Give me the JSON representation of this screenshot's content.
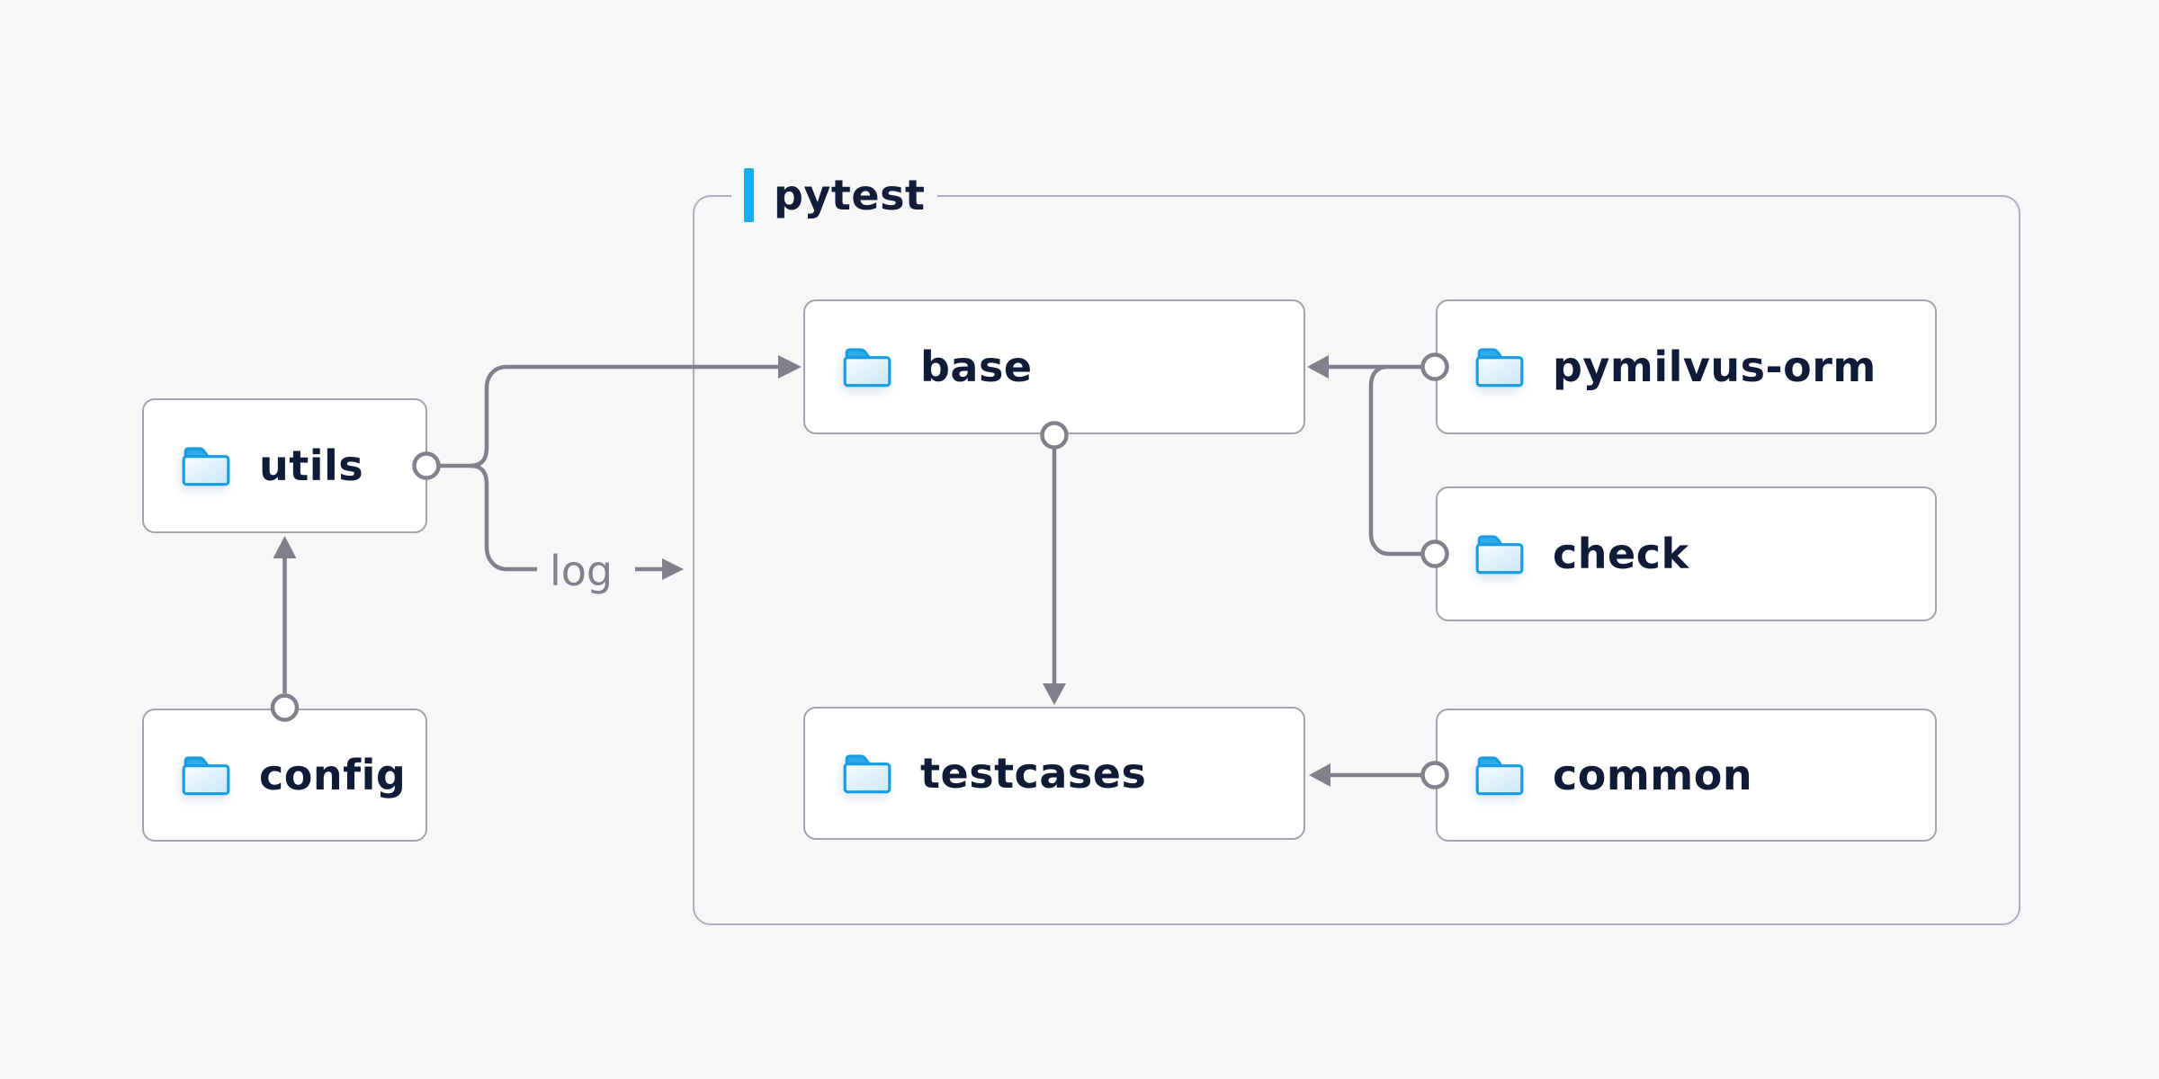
{
  "diagram": {
    "group": {
      "label": "pytest"
    },
    "log_label": "log",
    "nodes": {
      "utils": {
        "label": "utils"
      },
      "config": {
        "label": "config"
      },
      "base": {
        "label": "base"
      },
      "pymilvus_orm": {
        "label": "pymilvus-orm"
      },
      "check": {
        "label": "check"
      },
      "testcases": {
        "label": "testcases"
      },
      "common": {
        "label": "common"
      }
    },
    "edges": [
      {
        "from": "utils",
        "to": "base"
      },
      {
        "from": "utils",
        "to": "log-output",
        "label": "log"
      },
      {
        "from": "config",
        "to": "utils"
      },
      {
        "from": "pymilvus-orm",
        "to": "base"
      },
      {
        "from": "check",
        "to": "base"
      },
      {
        "from": "base",
        "to": "testcases"
      },
      {
        "from": "common",
        "to": "testcases"
      }
    ],
    "colors": {
      "background": "#f7f7f8",
      "node_fill": "#ffffff",
      "node_border": "#a4a4b0",
      "group_border": "#b1aec1",
      "connector": "#81818d",
      "label_text": "#101b38",
      "log_text": "#81818d",
      "accent_bar": "#16aef0",
      "folder_stroke": "#149de4",
      "folder_tab": "#2fabea",
      "folder_body": "#d9edf9"
    }
  }
}
